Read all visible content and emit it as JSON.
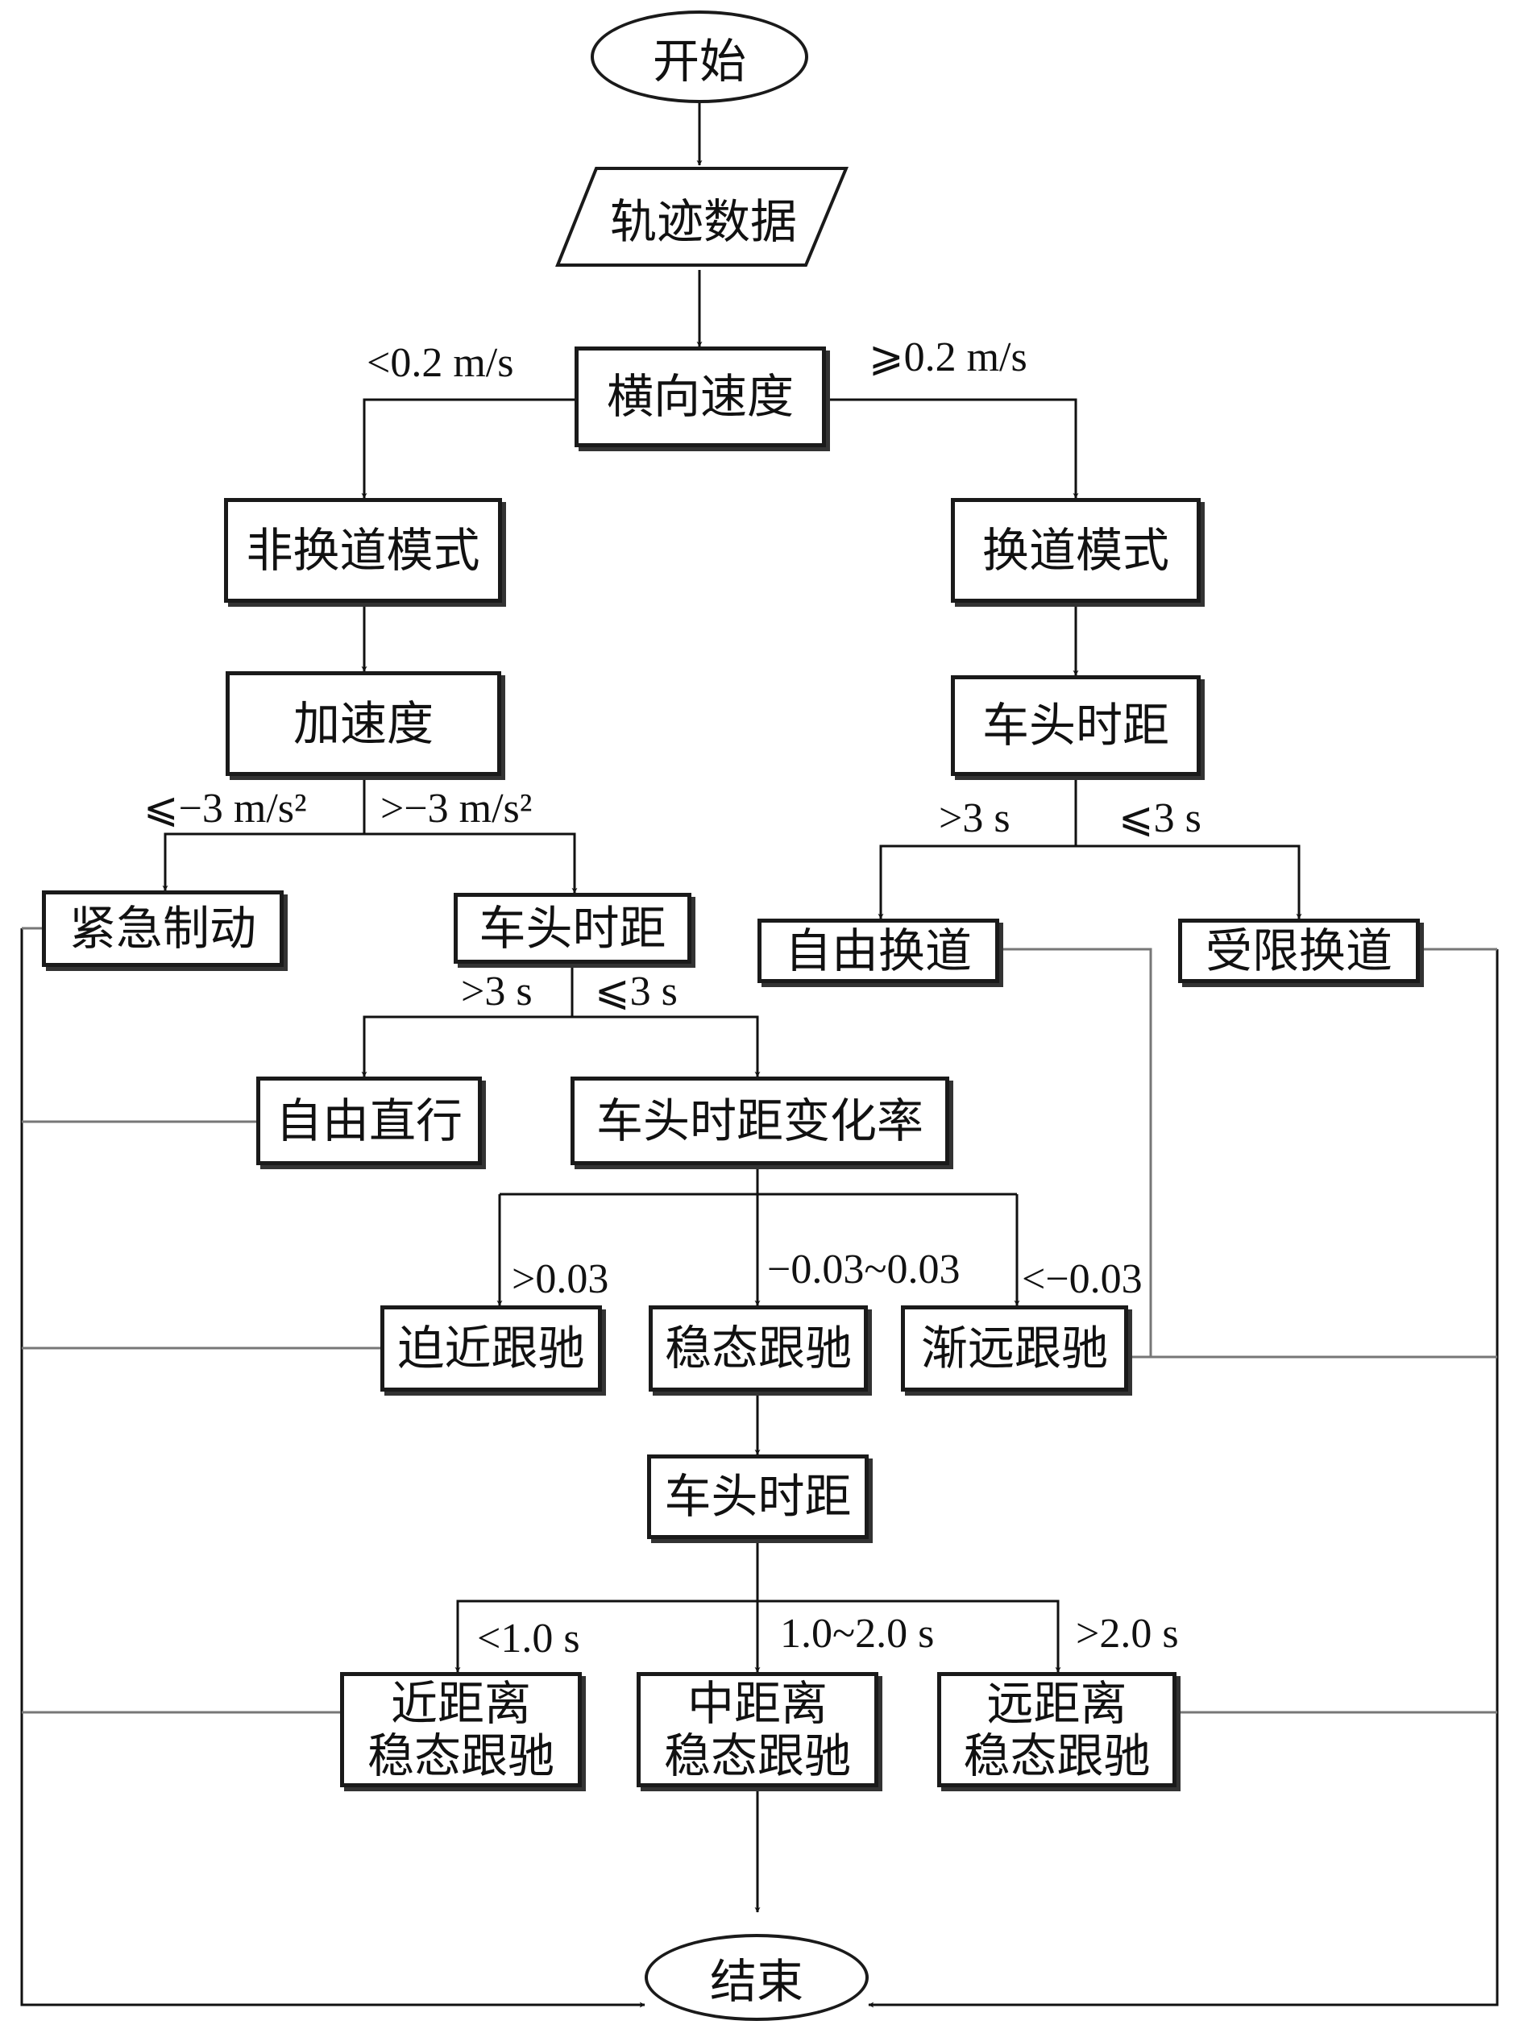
{
  "nodes": {
    "start": "开始",
    "trajectory_data": "轨迹数据",
    "lateral_speed": "横向速度",
    "non_lane_change_mode": "非换道模式",
    "lane_change_mode": "换道模式",
    "acceleration": "加速度",
    "headway_lane_change": "车头时距",
    "emergency_braking": "紧急制动",
    "headway_non_lane_change": "车头时距",
    "free_lane_change": "自由换道",
    "restricted_lane_change": "受限换道",
    "free_straight": "自由直行",
    "headway_change_rate": "车头时距变化率",
    "approaching_following": "迫近跟驰",
    "steady_following": "稳态跟驰",
    "receding_following": "渐远跟驰",
    "headway_steady": "车头时距",
    "near_steady_following": [
      "近距离",
      "稳态跟驰"
    ],
    "mid_steady_following": [
      "中距离",
      "稳态跟驰"
    ],
    "far_steady_following": [
      "远距离",
      "稳态跟驰"
    ],
    "end": "结束"
  },
  "labels": {
    "speed_low": "<0.2 m/s",
    "speed_high": "⩾0.2 m/s",
    "accel_low": "⩽−3 m/s²",
    "accel_high": ">−3 m/s²",
    "lc_headway_high": ">3 s",
    "lc_headway_low": "⩽3 s",
    "headway_high": ">3 s",
    "headway_low": "⩽3 s",
    "rate_high": ">0.03",
    "rate_mid": "−0.03~0.03",
    "rate_low": "<−0.03",
    "th_low": "<1.0 s",
    "th_mid": "1.0~2.0 s",
    "th_high": ">2.0 s"
  },
  "colors": {
    "line": "#111111",
    "return_line": "#777777"
  }
}
